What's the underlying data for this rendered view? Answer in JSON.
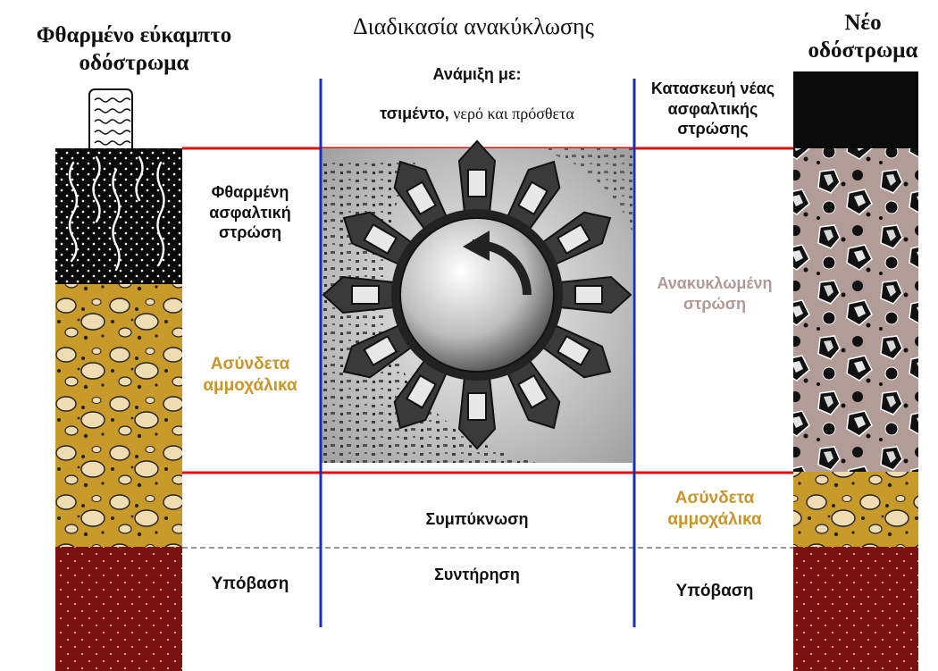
{
  "left_column": {
    "title_line1": "Φθαρμένο εύκαμπτο",
    "title_line2": "οδόστρωμα",
    "asphalt_label_1": "Φθαρμένη",
    "asphalt_label_2": "ασφαλτική",
    "asphalt_label_3": "στρώση",
    "gravel_label_1": "Ασύνδετα",
    "gravel_label_2": "αμμοχάλικα",
    "subbase_label": "Υπόβαση"
  },
  "center": {
    "title": "Διαδικασία ανακύκλωσης",
    "mix_heading": "Ανάμιξη με:",
    "mix_bold": "τσιμέντο,",
    "mix_rest": " νερό και πρόσθετα",
    "compaction": "Συμπύκνωση",
    "maintenance": "Συντήρηση"
  },
  "right_column": {
    "title_line1": "Νέο",
    "title_line2": "οδόστρωμα",
    "new_layer_1": "Κατασκευή νέας",
    "new_layer_2": "ασφαλτικής",
    "new_layer_3": "στρώσης",
    "recycled_1": "Ανακυκλωμένη",
    "recycled_2": "στρώση",
    "gravel_label_1": "Ασύνδετα",
    "gravel_label_2": "αμμοχάλικα",
    "subbase_label": "Υπόβαση"
  },
  "colors": {
    "asphalt": "#0b0b0b",
    "gravel": "#c89a2a",
    "subbase": "#7a1212",
    "recycled": "#b29c98",
    "red_line": "#e01010",
    "blue_line": "#1a2fb8",
    "gravel_text": "#c8962a",
    "recycled_text": "#b09a96"
  }
}
